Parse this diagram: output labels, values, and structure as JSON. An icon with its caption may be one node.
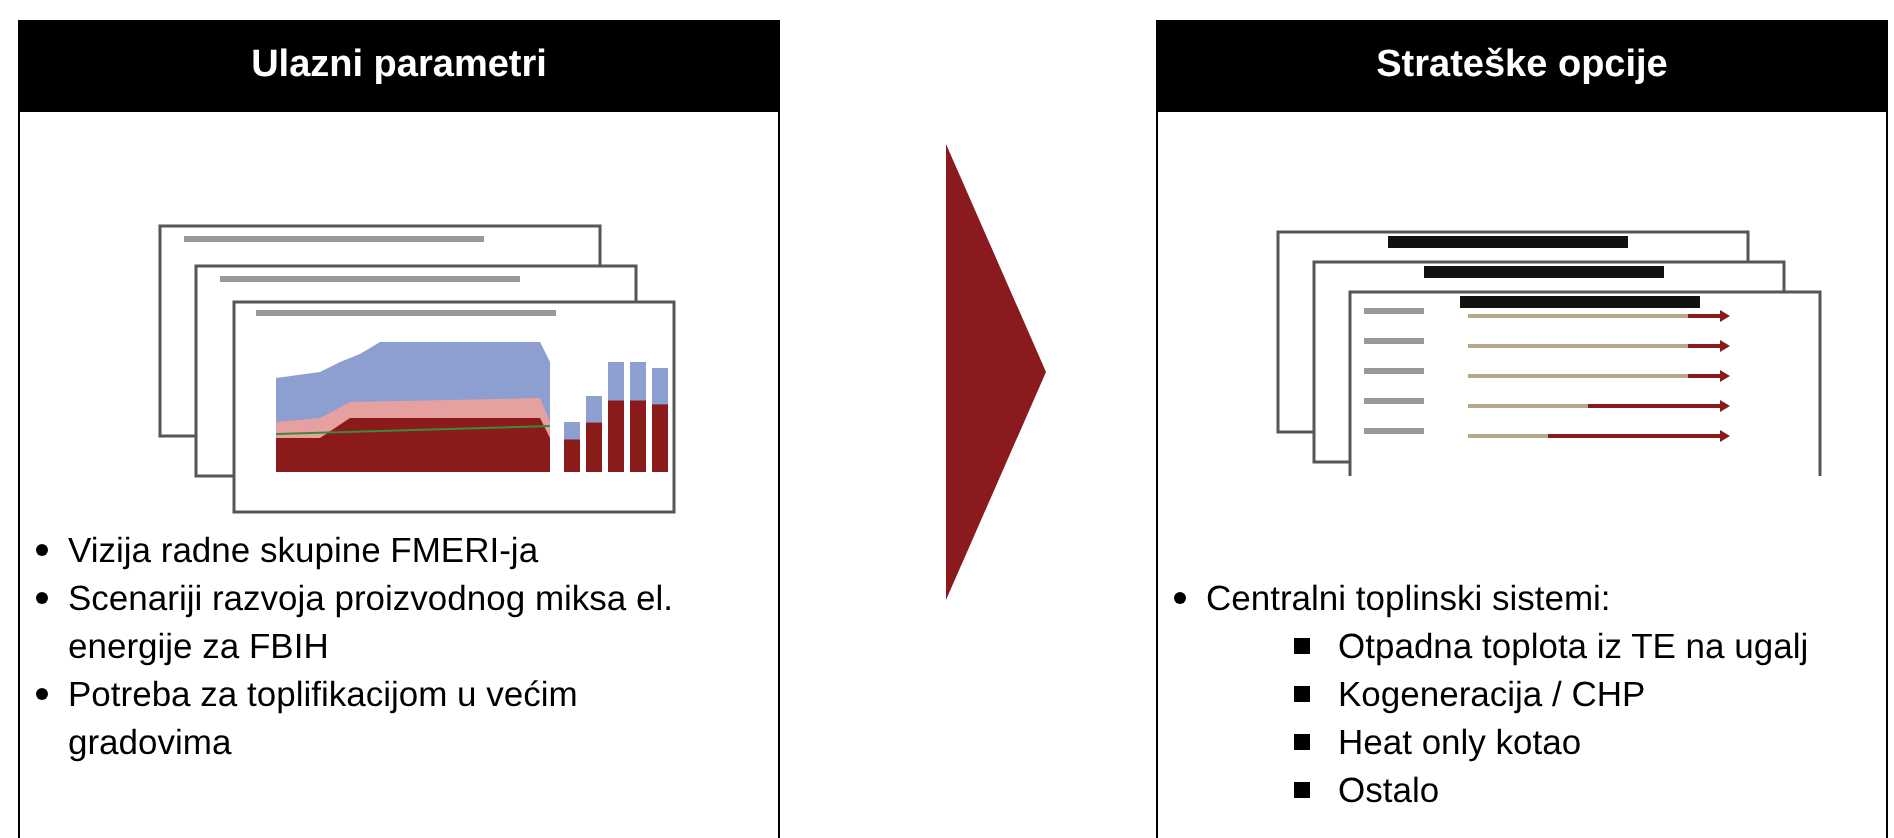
{
  "diagram": {
    "nodes": [
      {
        "text": [
          "Ulazni parametri",
          "Vizija radne skupine FMERI-ja",
          "Scenariji razvoja proizvodnog miksa el. energije za FBIH",
          "Potreba za toplifikacijom u većim gradovima"
        ]
      },
      {
        "text": [
          "Strateške opcije",
          "Centralni toplinski sistemi:",
          "Otpadna toplota iz TE na ugalj",
          "Kogeneracija / CHP",
          "Heat only kotao",
          "Ostalo"
        ]
      }
    ],
    "edges": [
      {
        "from": 0,
        "to": 1,
        "arrow": "to"
      }
    ]
  }
}
